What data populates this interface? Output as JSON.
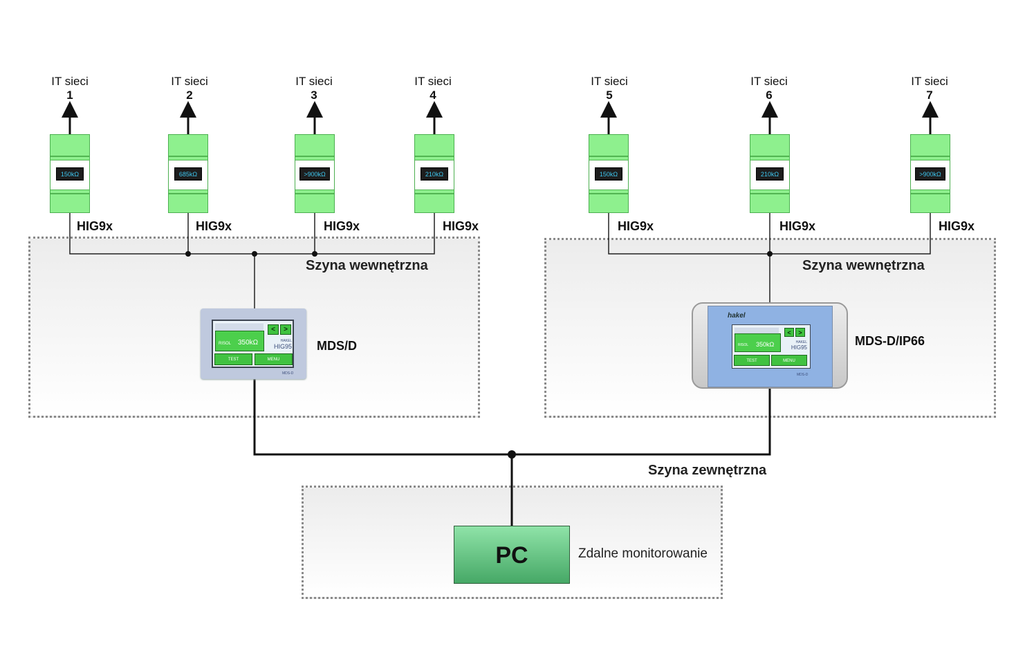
{
  "networks": [
    {
      "label": "IT sieci",
      "number": "1",
      "reading": "150kΩ",
      "device": "HIG9x"
    },
    {
      "label": "IT sieci",
      "number": "2",
      "reading": "685kΩ",
      "device": "HIG9x"
    },
    {
      "label": "IT sieci",
      "number": "3",
      "reading": ">900kΩ",
      "device": "HIG9x"
    },
    {
      "label": "IT sieci",
      "number": "4",
      "reading": "210kΩ",
      "device": "HIG9x"
    },
    {
      "label": "IT sieci",
      "number": "5",
      "reading": "150kΩ",
      "device": "HIG9x"
    },
    {
      "label": "IT sieci",
      "number": "6",
      "reading": "210kΩ",
      "device": "HIG9x"
    },
    {
      "label": "IT sieci",
      "number": "7",
      "reading": ">900kΩ",
      "device": "HIG9x"
    }
  ],
  "left_group": {
    "bus_label": "Szyna wewnętrzna",
    "panel_name": "MDS/D"
  },
  "right_group": {
    "bus_label": "Szyna wewnętrzna",
    "panel_name": "MDS-D/IP66"
  },
  "panel_screen": {
    "reading_prefix": "RISOL",
    "reading_value": "350kΩ",
    "prev_button": "<",
    "next_button": ">",
    "test_button": "TEST",
    "menu_button": "MENU",
    "brand": "HAKEL",
    "model": "HIG95",
    "device_tag": "MDS-D",
    "logo": "hakel"
  },
  "external_bus_label": "Szyna zewnętrzna",
  "pc": {
    "label": "PC",
    "caption": "Zdalne monitorowanie"
  },
  "colors": {
    "module_green": "#8ef08e",
    "lcd_text": "#3ec7f0",
    "pc_green": "#5cba78",
    "ip66_screen": "#8fb2e3"
  }
}
